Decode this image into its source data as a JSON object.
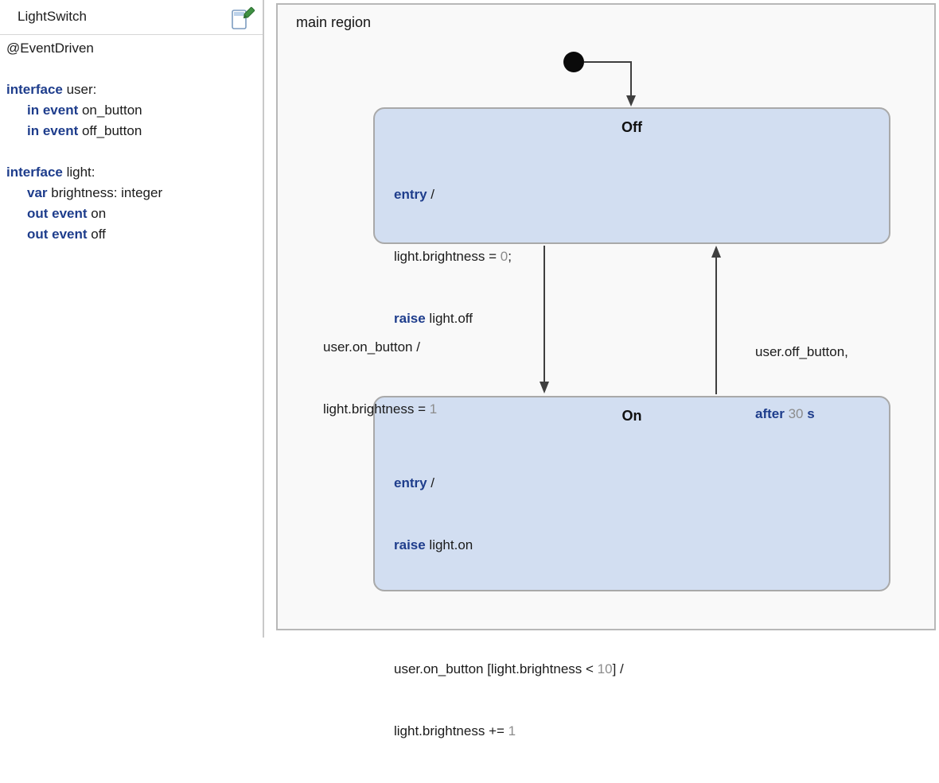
{
  "header": {
    "title": "LightSwitch",
    "icon": "statechart-edit-icon"
  },
  "definition": {
    "annotation": "@EventDriven",
    "lines": {
      "iface_user": {
        "kw": "interface",
        "rest": " user:"
      },
      "ev_on": {
        "kw": "in event",
        "rest": " on_button"
      },
      "ev_off": {
        "kw": "in event",
        "rest": " off_button"
      },
      "iface_light": {
        "kw": "interface",
        "rest": " light:"
      },
      "var_brightness": {
        "kw": "var",
        "rest": " brightness: integer"
      },
      "out_on": {
        "kw": "out event",
        "rest": " on"
      },
      "out_off": {
        "kw": "out event",
        "rest": " off"
      }
    }
  },
  "diagram": {
    "region_label": "main region",
    "off_state": {
      "title": "Off",
      "entry_kw": "entry",
      "entry_rest": " /",
      "assign_pre": "light.brightness = ",
      "assign_val": "0",
      "assign_post": ";",
      "raise_kw": "raise",
      "raise_rest": " light.off"
    },
    "on_state": {
      "title": "On",
      "entry_kw": "entry",
      "entry_rest": " /",
      "raise_kw": "raise",
      "raise_rest": " light.on",
      "guard_pre": "user.on_button [light.brightness < ",
      "guard_val": "10",
      "guard_post": "] /",
      "incr_pre": "light.brightness += ",
      "incr_val": "1"
    },
    "t_off_on": {
      "line1": "user.on_button /",
      "line2_pre": "light.brightness = ",
      "line2_val": "1"
    },
    "t_on_off": {
      "line1": "user.off_button,",
      "after_kw": "after",
      "after_val": " 30 ",
      "after_unit": "s"
    }
  },
  "colors": {
    "keyword": "#1e3d8c",
    "literal": "#8c8c8c",
    "state_fill": "#d2def1",
    "state_border": "#a9a9a9",
    "edge": "#3f3f3f",
    "canvas_bg": "#f9f9f9"
  }
}
